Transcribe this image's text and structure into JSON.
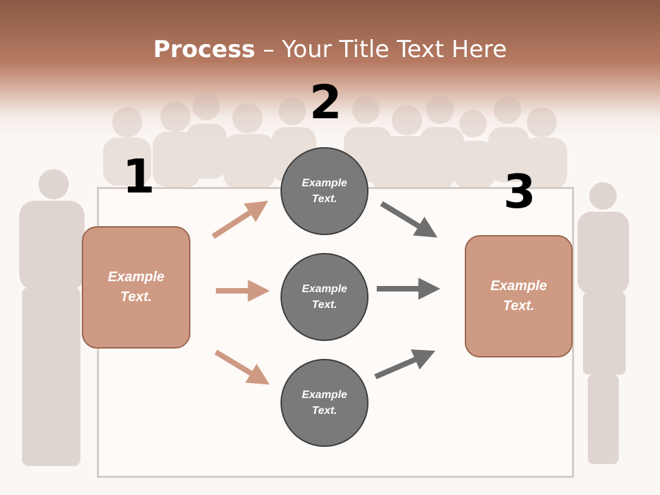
{
  "title": {
    "bold": "Process",
    "rest": " – Your Title Text Here"
  },
  "steps": [
    {
      "number": "1",
      "label": "Example Text."
    },
    {
      "number": "2",
      "label": "Example Text."
    },
    {
      "number": "3",
      "label": "Example Text."
    }
  ],
  "circles": [
    {
      "label": "Example Text."
    },
    {
      "label": "Example Text."
    },
    {
      "label": "Example Text."
    }
  ],
  "colors": {
    "box_fill": "#cf9a83",
    "circle_fill": "#7a7a7a",
    "arrow_left": "#cf9a83",
    "arrow_right": "#6f6f6f"
  }
}
